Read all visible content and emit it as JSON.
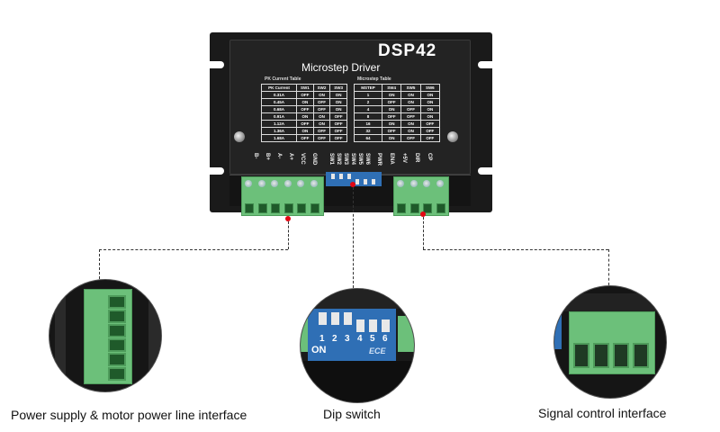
{
  "product": {
    "model": "DSP42",
    "subtitle": "Microstep Driver"
  },
  "pk_current_table": {
    "title": "PK Current Table",
    "headers": [
      "PK Current",
      "SW1",
      "SW2",
      "SW3"
    ],
    "rows": [
      [
        "0.31A",
        "OFF",
        "ON",
        "ON"
      ],
      [
        "0.45A",
        "ON",
        "OFF",
        "ON"
      ],
      [
        "0.68A",
        "OFF",
        "OFF",
        "ON"
      ],
      [
        "0.91A",
        "ON",
        "ON",
        "OFF"
      ],
      [
        "1.12A",
        "OFF",
        "ON",
        "OFF"
      ],
      [
        "1.36A",
        "ON",
        "OFF",
        "OFF"
      ],
      [
        "1.68A",
        "OFF",
        "OFF",
        "OFF"
      ]
    ]
  },
  "microstep_table": {
    "title": "Microstep Table",
    "headers": [
      "MSTEP",
      "SW4",
      "SW5",
      "SW6"
    ],
    "rows": [
      [
        "1",
        "ON",
        "ON",
        "ON"
      ],
      [
        "2",
        "OFF",
        "ON",
        "ON"
      ],
      [
        "4",
        "ON",
        "OFF",
        "ON"
      ],
      [
        "8",
        "OFF",
        "OFF",
        "ON"
      ],
      [
        "16",
        "ON",
        "ON",
        "OFF"
      ],
      [
        "32",
        "OFF",
        "ON",
        "OFF"
      ],
      [
        "64",
        "ON",
        "OFF",
        "OFF"
      ]
    ]
  },
  "pin_labels": [
    "B-",
    "B+",
    "A-",
    "A+",
    "VCC",
    "GND",
    "SW1",
    "SW2",
    "SW3",
    "SW4",
    "SW5",
    "SW6",
    "PWR",
    "ENA",
    "+5V",
    "DIR",
    "CP"
  ],
  "dip_switch": {
    "on_label": "ON",
    "numbers": [
      "1",
      "2",
      "3",
      "4",
      "5",
      "6"
    ],
    "brand": "ECE"
  },
  "colors": {
    "terminal_green": "#6cc07a",
    "dip_blue": "#2f6fb5",
    "marker_red": "#e30613",
    "body_black": "#1a1a1a"
  },
  "callouts": [
    {
      "label": "Power supply & motor power line interface"
    },
    {
      "label": "Dip switch"
    },
    {
      "label": "Signal control interface"
    }
  ]
}
